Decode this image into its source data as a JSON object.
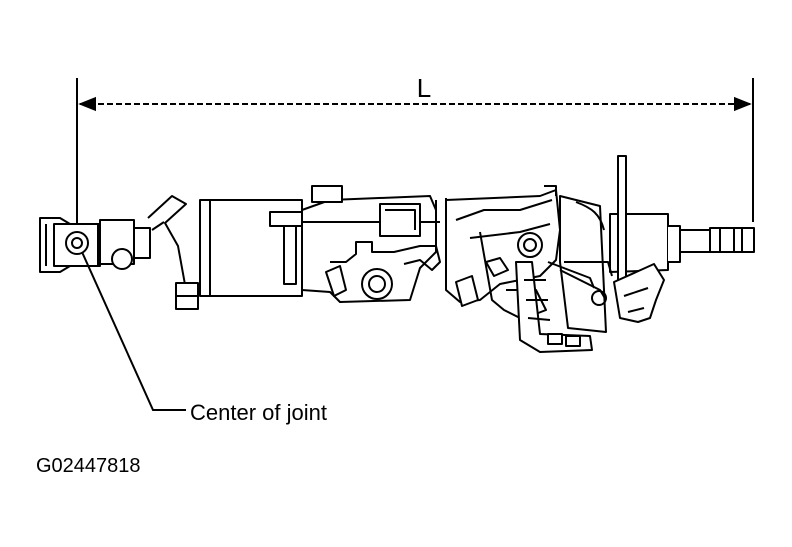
{
  "diagram": {
    "dimension_label": "L",
    "callout_label": "Center of joint",
    "figure_id": "G02447818"
  },
  "colors": {
    "ink": "#000000",
    "paper": "#ffffff"
  }
}
